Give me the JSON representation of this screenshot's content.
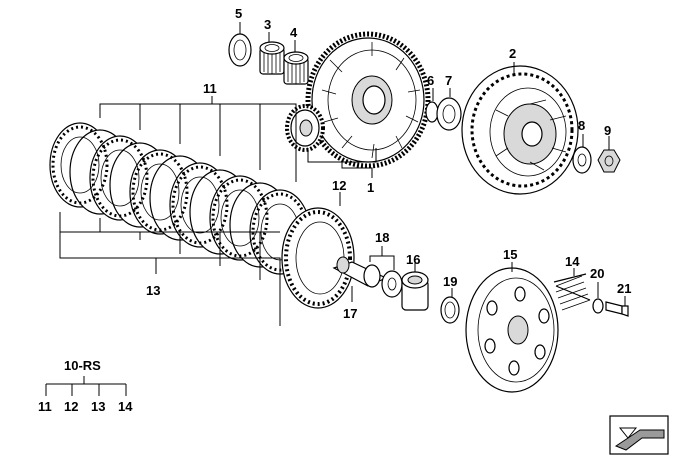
{
  "callouts": {
    "c1": "1",
    "c2": "2",
    "c3": "3",
    "c4": "4",
    "c5": "5",
    "c6": "6",
    "c7": "7",
    "c8": "8",
    "c9": "9",
    "c11": "11",
    "c12": "12",
    "c13": "13",
    "c14": "14",
    "c15": "15",
    "c16": "16",
    "c17": "17",
    "c18": "18",
    "c19": "19",
    "c20": "20",
    "c21": "21"
  },
  "legend": {
    "title": "10-RS",
    "items": [
      "11",
      "12",
      "13",
      "14"
    ]
  },
  "colors": {
    "line": "#000000",
    "shade": "#d9d9d9",
    "dark": "#9a9a9a"
  },
  "icons": {
    "corner": "arrow-direction-icon"
  }
}
